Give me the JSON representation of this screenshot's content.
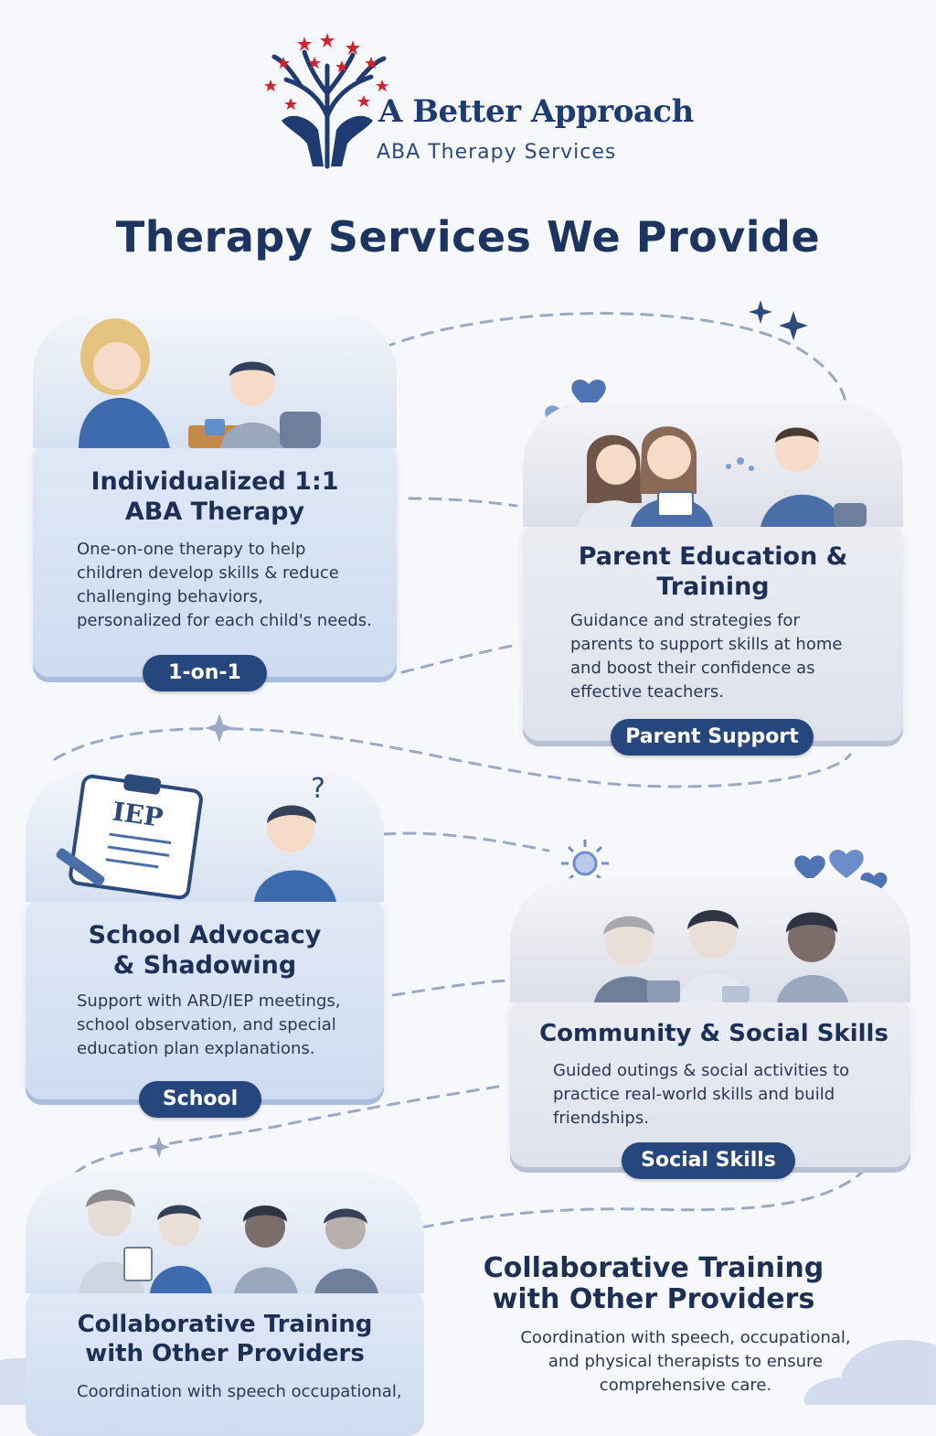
{
  "brand": {
    "name": "A Better Approach",
    "tagline": "ABA Therapy Services"
  },
  "page": {
    "title": "Therapy Services We Provide"
  },
  "colors": {
    "navy": "#1c3560",
    "pill": "#25477e",
    "card_blue": "#d6e1f1",
    "card_grey": "#e4e7ee",
    "star_red": "#d4232f"
  },
  "services": [
    {
      "title_line1": "Individualized 1:1",
      "title_line2": "ABA Therapy",
      "description": [
        "One-on-one therapy to help",
        "children develop skills & reduce",
        "challenging behaviors,",
        "personalized for each child's needs."
      ],
      "badge": "1-on-1",
      "illustration": "therapist-child-icon"
    },
    {
      "title_line1": "Parent Education &",
      "title_line2": "Training",
      "description": [
        "Guidance and strategies for",
        "parents to support skills at home",
        "and boost their confidence as",
        "effective teachers."
      ],
      "badge": "Parent Support",
      "illustration": "parents-meeting-icon"
    },
    {
      "title_line1": "School Advocacy",
      "title_line2": "& Shadowing",
      "description": [
        "Support with ARD/IEP meetings,",
        "school observation, and special",
        "education plan explanations."
      ],
      "badge": "School",
      "clipboard_label": "IEP",
      "illustration": "iep-clipboard-icon"
    },
    {
      "title_line1": "Community & Social Skills",
      "description": [
        "Guided outings & social activities to",
        "practice real-world skills and build",
        "friendships."
      ],
      "badge": "Social Skills",
      "illustration": "children-playing-icon"
    },
    {
      "title_line1": "Collaborative Training",
      "title_line2": "with Other Providers",
      "description": [
        "Coordination with speech  occupational,"
      ],
      "illustration": "group-collaboration-icon"
    },
    {
      "title_line1": "Collaborative Training",
      "title_line2": "with Other Providers",
      "description": [
        "Coordination with speech, occupational,",
        "and physical therapists to ensure",
        "comprehensive care."
      ]
    }
  ]
}
